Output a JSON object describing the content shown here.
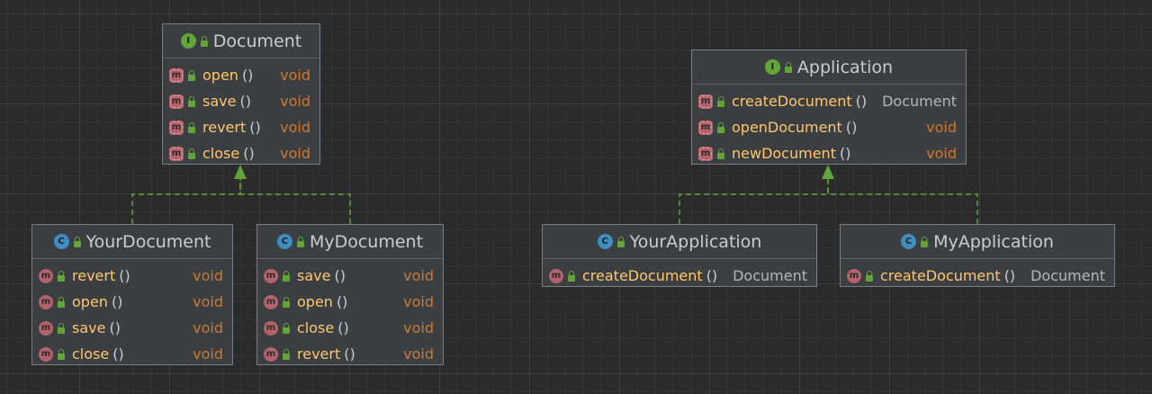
{
  "colors": {
    "background": "#2b2b2b",
    "node_fill": "#3c3f41",
    "node_border": "#7b7e80",
    "interface_badge": "#62a33a",
    "class_badge": "#3f8dbf",
    "method_badge": "#b5636b",
    "method_name": "#ffc66d",
    "primitive_type": "#cc7832",
    "reference_type": "#b3b6ba",
    "edge": "#62a33a"
  },
  "nodes": {
    "document": {
      "kind": "interface",
      "badge": "I",
      "title": "Document",
      "methods": [
        {
          "badge": "m",
          "name": "open",
          "params": "()",
          "type": "void"
        },
        {
          "badge": "m",
          "name": "save",
          "params": "()",
          "type": "void"
        },
        {
          "badge": "m",
          "name": "revert",
          "params": "()",
          "type": "void"
        },
        {
          "badge": "m",
          "name": "close",
          "params": "()",
          "type": "void"
        }
      ]
    },
    "application": {
      "kind": "interface",
      "badge": "I",
      "title": "Application",
      "methods": [
        {
          "badge": "m",
          "name": "createDocument",
          "params": "()",
          "type": "Document"
        },
        {
          "badge": "m",
          "name": "openDocument",
          "params": "()",
          "type": "void"
        },
        {
          "badge": "m",
          "name": "newDocument",
          "params": "()",
          "type": "void"
        }
      ]
    },
    "your_document": {
      "kind": "class",
      "badge": "C",
      "title": "YourDocument",
      "methods": [
        {
          "badge": "m",
          "name": "revert",
          "params": "()",
          "type": "void"
        },
        {
          "badge": "m",
          "name": "open",
          "params": "()",
          "type": "void"
        },
        {
          "badge": "m",
          "name": "save",
          "params": "()",
          "type": "void"
        },
        {
          "badge": "m",
          "name": "close",
          "params": "()",
          "type": "void"
        }
      ]
    },
    "my_document": {
      "kind": "class",
      "badge": "C",
      "title": "MyDocument",
      "methods": [
        {
          "badge": "m",
          "name": "save",
          "params": "()",
          "type": "void"
        },
        {
          "badge": "m",
          "name": "open",
          "params": "()",
          "type": "void"
        },
        {
          "badge": "m",
          "name": "close",
          "params": "()",
          "type": "void"
        },
        {
          "badge": "m",
          "name": "revert",
          "params": "()",
          "type": "void"
        }
      ]
    },
    "your_application": {
      "kind": "class",
      "badge": "C",
      "title": "YourApplication",
      "methods": [
        {
          "badge": "m",
          "name": "createDocument",
          "params": "()",
          "type": "Document"
        }
      ]
    },
    "my_application": {
      "kind": "class",
      "badge": "C",
      "title": "MyApplication",
      "methods": [
        {
          "badge": "m",
          "name": "createDocument",
          "params": "()",
          "type": "Document"
        }
      ]
    }
  },
  "edges": [
    {
      "from": "YourDocument",
      "to": "Document",
      "relation": "implements"
    },
    {
      "from": "MyDocument",
      "to": "Document",
      "relation": "implements"
    },
    {
      "from": "YourApplication",
      "to": "Application",
      "relation": "implements"
    },
    {
      "from": "MyApplication",
      "to": "Application",
      "relation": "implements"
    }
  ]
}
